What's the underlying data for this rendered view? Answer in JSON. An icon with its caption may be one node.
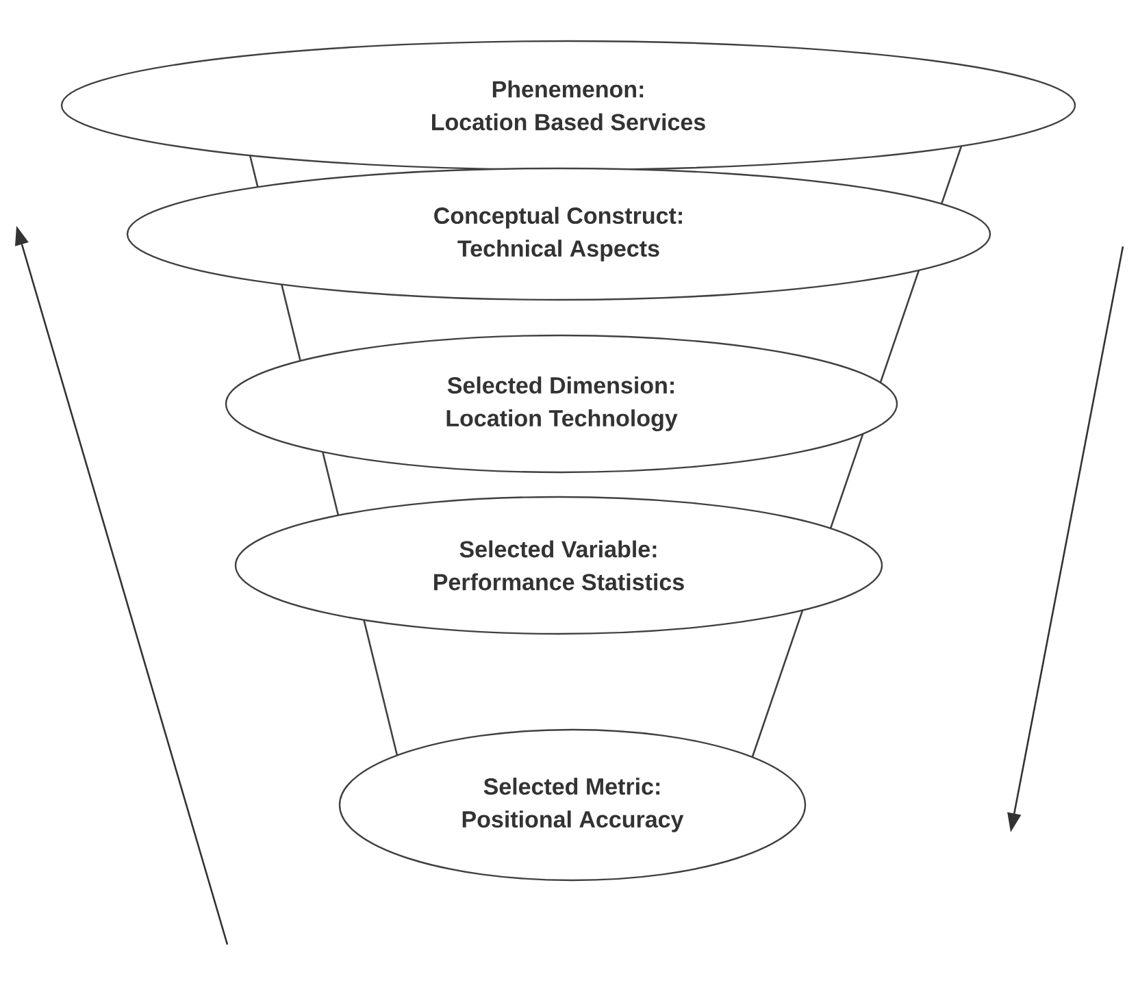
{
  "diagram": {
    "nodes": [
      {
        "text": [
          "Phenemenon:",
          "Location Based Services"
        ]
      },
      {
        "text": [
          "Conceptual Construct:",
          "Technical Aspects"
        ]
      },
      {
        "text": [
          "Selected Dimension:",
          "Location Technology"
        ]
      },
      {
        "text": [
          "Selected Variable:",
          "Performance Statistics"
        ]
      },
      {
        "text": [
          "Selected Metric:",
          "Positional Accuracy"
        ]
      }
    ]
  }
}
